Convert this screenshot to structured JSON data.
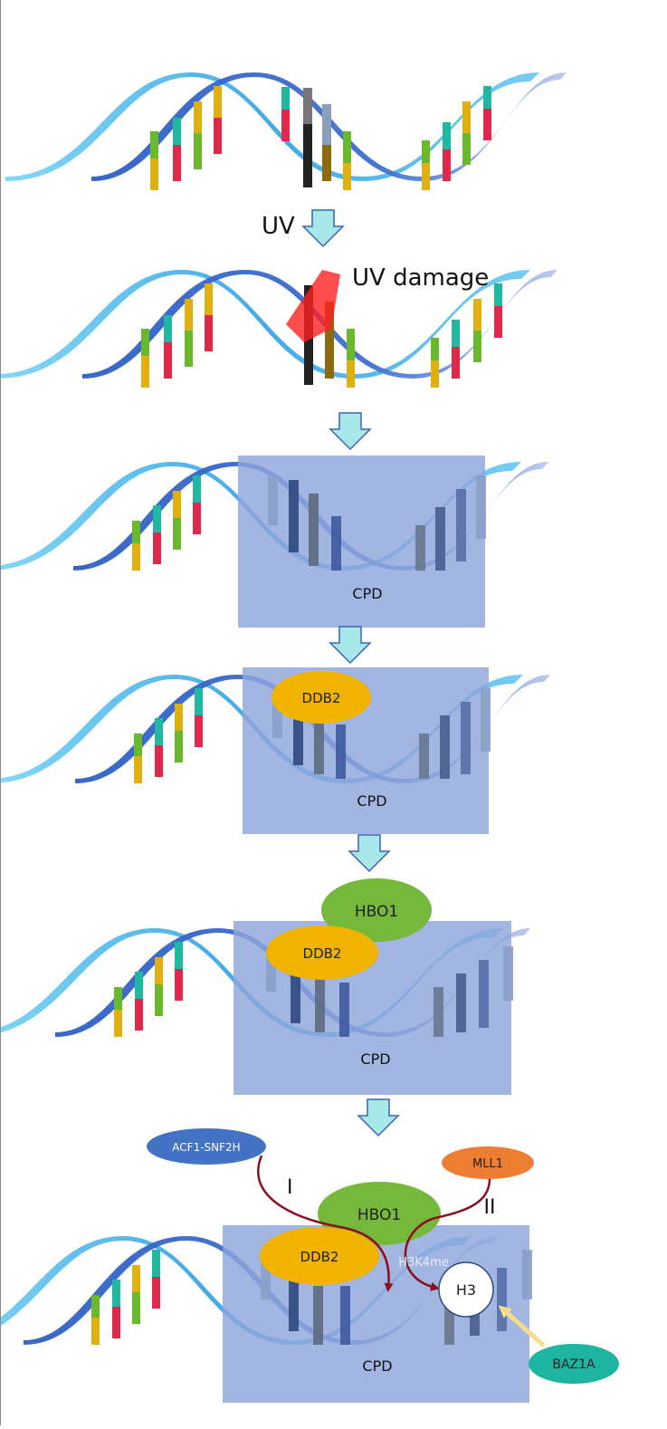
{
  "labels": {
    "uv": "UV",
    "uv_damage": "UV damage",
    "cpd": "CPD",
    "ddb2": "DDB2",
    "hbo1": "HBO1",
    "acf1_snf2h": "ACF1-SNF2H",
    "mll1": "MLL1",
    "h3": "H3",
    "h3k4me": "H3K4me",
    "baz1a": "BAZ1A",
    "pathway_one": "I",
    "pathway_two": "II"
  },
  "colors": {
    "strand_light": "#5cc0ee",
    "strand_dark": "#3a62c8",
    "box": "#8fa6dc",
    "arrow_fill": "#a8e8e8",
    "arrow_stroke": "#3b62b8",
    "ddb2": "#f0b400",
    "hbo1": "#76b83c",
    "acf1_snf2h": "#4472c4",
    "mll1": "#ed7d31",
    "baz1a": "#1eb5a0",
    "curve": "#8b0f1e",
    "baz_arrow": "#f7dc8c",
    "damage": "#ff2020"
  },
  "icons": {
    "step_arrow": "down-arrow-icon",
    "dna": "dna-helix-icon"
  }
}
